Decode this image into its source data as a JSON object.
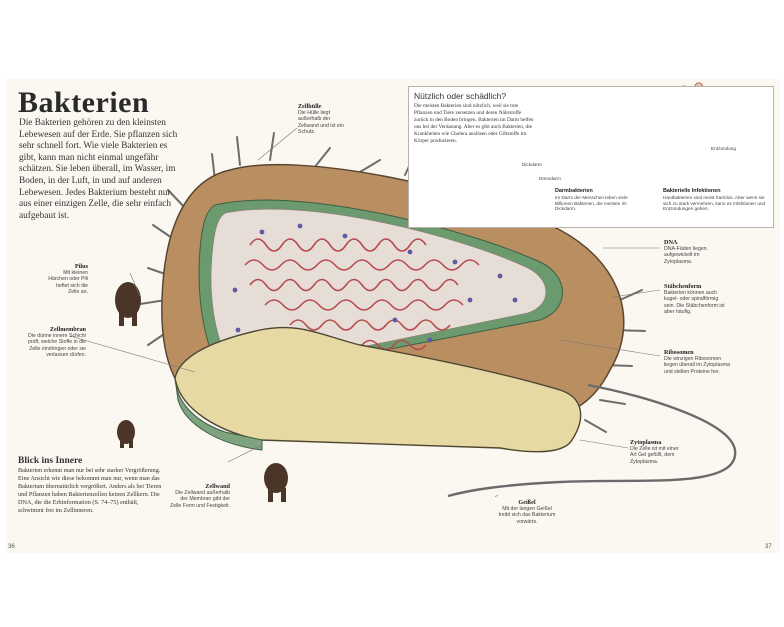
{
  "title": "Bakterien",
  "intro": "Die Bakterien gehören zu den kleinsten Lebewesen auf der Erde. Sie pflanzen sich sehr schnell fort. Wie viele Bakterien es gibt, kann man nicht einmal ungefähr schätzen. Sie leben überall, im Wasser, im Boden, in der Luft, in und auf anderen Lebewesen. Jedes Bakterium besteht nur aus einer einzigen Zelle, die sehr einfach aufgebaut ist.",
  "labels": {
    "zellhuelle": {
      "title": "Zellhülle",
      "text": "Die Hülle liegt außerhalb der Zellwand und ist ein Schutz."
    },
    "pilus": {
      "title": "Pilus",
      "text": "Mit kleinen Härchen oder Pili heftet sich die Zelle an."
    },
    "zellmembran": {
      "title": "Zellmembran",
      "text": "Die dünne innere Schicht prüft, welche Stoffe in die Zelle eindringen oder sie verlassen dürfen."
    },
    "zellwand": {
      "title": "Zellwand",
      "text": "Die Zellwand außerhalb der Membran gibt der Zelle Form und Festigkeit."
    },
    "dna": {
      "title": "DNA",
      "text": "DNA-Fäden liegen aufgewickelt im Zytoplasma."
    },
    "staebchenform": {
      "title": "Stäbchenform",
      "text": "Bakterien können auch kugel- oder spiralförmig sein. Die Stäbchenform ist aber häufig."
    },
    "ribosomen": {
      "title": "Ribosomen",
      "text": "Die winzigen Ribosomen liegen überall im Zytoplasma und stellen Proteine her."
    },
    "zytoplasma": {
      "title": "Zytoplasma",
      "text": "Die Zelle ist mit einer Art Gel gefüllt, dem Zytoplasma."
    },
    "geissel": {
      "title": "Geißel",
      "text": "Mit der langen Geißel treibt sich das Bakterium vorwärts."
    }
  },
  "box": {
    "title": "Nützlich oder schädlich?",
    "text": "Die meisten Bakterien sind nützlich, weil sie tote Pflanzen und Tiere zersetzen und deren Nährstoffe zurück in den Boden bringen. Bakterien im Darm helfen uns bei der Verdauung. Aber es gibt auch Bakterien, die Krankheiten wie Cholera auslösen oder Giftstoffe im Körper produzieren.",
    "duenndarm": "Dünndarm",
    "dickdarm": "Dickdarm",
    "entzuendung": "Entzündung",
    "darm_title": "Darmbakterien",
    "darm_text": "Im Darm der Menschen leben viele Billionen Bakterien, die meisten im Dickdarm.",
    "infekt_title": "Bakterielle Infektionen",
    "infekt_text": "Hautbakterien sind meist harmlos. Aber wenn sie sich zu stark vermehren, kann es Infektionen und Entzündungen geben."
  },
  "blick": {
    "title": "Blick ins Innere",
    "text": "Bakterien erkennt man nur bei sehr starker Vergrößerung. Eine Ansicht wie diese bekommt man nur, wenn man das Bakterium übernatürlich vergrößert. Anders als bei Tieren und Pflanzen haben Bakterienzellen keinen Zellkern. Die DNA, die die Erbinformation (S. 74–75) enthält, schwimmt frei im Zellinneren."
  },
  "page_left": "36",
  "page_right": "37",
  "colors": {
    "shell": "#b98f62",
    "membrane": "#6a9a6e",
    "cytoplasm": "#e6ded6",
    "dna": "#b84a4e",
    "ribosome": "#5f5aa3",
    "lid": "#e6d9a3"
  }
}
